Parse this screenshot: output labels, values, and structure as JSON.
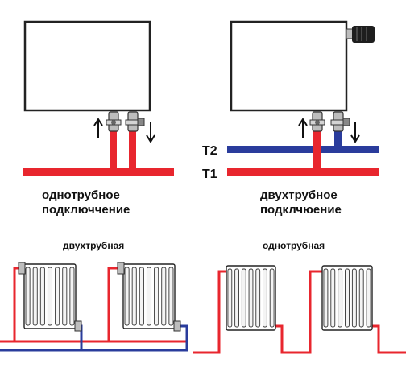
{
  "labels": {
    "one_pipe_connection_line1": "однотрубное",
    "one_pipe_connection_line2": "подключчение",
    "two_pipe_connection_line1": "двухтрубное",
    "two_pipe_connection_line2": "подклчюение",
    "pipe_t2": "T2",
    "pipe_t1": "T1",
    "two_pipe_system_title": "двухтрубная",
    "one_pipe_system_title": "однотрубная"
  },
  "colors": {
    "supply_pipe": "#e8262e",
    "return_pipe": "#2a3c9c",
    "radiator_outline": "#222222",
    "valve_body": "#bdbdbd",
    "thermostat_head": "#1e1e1e"
  },
  "icons": {
    "flow_up": "arrow-up-icon",
    "flow_down": "arrow-down-icon",
    "valve": "valve-icon",
    "thermostat": "thermostat-head-icon"
  }
}
